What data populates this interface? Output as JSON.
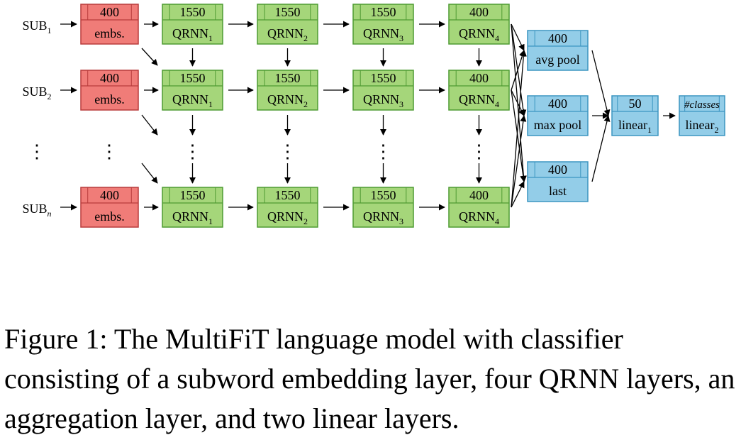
{
  "colors": {
    "embed_fill": "#f07c78",
    "embed_stroke": "#b83c3c",
    "qrnn_fill": "#a5d67a",
    "qrnn_stroke": "#4f9b33",
    "head_fill": "#93cde8",
    "head_stroke": "#3c95c1",
    "arrow": "#000000"
  },
  "inputs": [
    {
      "base": "SUB",
      "sub": "1"
    },
    {
      "base": "SUB",
      "sub": "2"
    },
    {
      "base": "SUB",
      "sub": "n"
    }
  ],
  "embedding": {
    "size": "400",
    "label": "embs."
  },
  "qrnn_layers": [
    {
      "size": "1550",
      "base": "QRNN",
      "sub": "1"
    },
    {
      "size": "1550",
      "base": "QRNN",
      "sub": "2"
    },
    {
      "size": "1550",
      "base": "QRNN",
      "sub": "3"
    },
    {
      "size": "400",
      "base": "QRNN",
      "sub": "4"
    }
  ],
  "ellipsis": "⋮",
  "aggregation": [
    {
      "size": "400",
      "label": "avg pool"
    },
    {
      "size": "400",
      "label": "max pool"
    },
    {
      "size": "400",
      "label": "last"
    }
  ],
  "linear1": {
    "size": "50",
    "base": "linear",
    "sub": "1"
  },
  "linear2": {
    "size": "#classes",
    "base": "linear",
    "sub": "2"
  },
  "caption": "Figure 1: The MultiFiT language model with classifier consisting of a subword embedding layer, four QRNN layers, an aggregation layer, and two linear layers."
}
